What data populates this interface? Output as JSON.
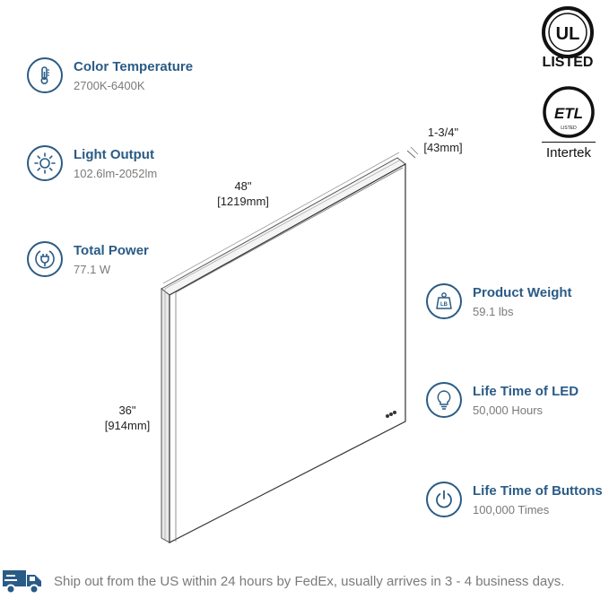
{
  "specs": {
    "color_temperature": {
      "title": "Color Temperature",
      "value": "2700K-6400K",
      "icon": "thermometer-icon"
    },
    "light_output": {
      "title": "Light Output",
      "value": "102.6lm-2052lm",
      "icon": "sun-icon"
    },
    "total_power": {
      "title": "Total Power",
      "value": "77.1 W",
      "icon": "plug-icon"
    },
    "product_weight": {
      "title": "Product Weight",
      "value": "59.1 lbs",
      "icon": "weight-icon",
      "icon_text": "LB"
    },
    "led_life": {
      "title": "Life Time of LED",
      "value": "50,000 Hours",
      "icon": "lightbulb-icon"
    },
    "button_life": {
      "title": "Life Time of Buttons",
      "value": "100,000 Times",
      "icon": "power-icon"
    }
  },
  "dimensions": {
    "width_in": "48\"",
    "width_mm": "[1219mm]",
    "height_in": "36\"",
    "height_mm": "[914mm]",
    "depth_in": "1-3/4\"",
    "depth_mm": "[43mm]"
  },
  "certifications": {
    "ul": {
      "logo_text": "UL",
      "label": "LISTED",
      "icon": "ul-logo"
    },
    "etl": {
      "logo_text": "ETL",
      "small_text": "LISTED",
      "label": "Intertek",
      "icon": "etl-logo"
    }
  },
  "shipping": {
    "text": "Ship out from the US within 24 hours by FedEx, usually arrives in 3 - 4 business days.",
    "icon": "truck-icon"
  },
  "colors": {
    "accent": "#2a5b86",
    "muted": "#7a7a7a"
  }
}
